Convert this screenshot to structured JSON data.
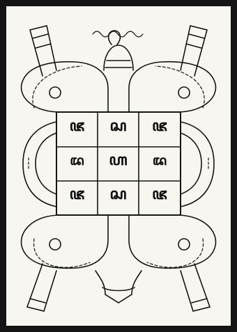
{
  "figure": {
    "caption": "",
    "grid": {
      "rows": 3,
      "cols": 3,
      "cells": [
        {
          "glyph": "ꦗ",
          "note": "top-left"
        },
        {
          "glyph": "ꦱ",
          "note": "top-center"
        },
        {
          "glyph": "ꦗ",
          "note": "top-right"
        },
        {
          "glyph": "ꦢ",
          "note": "middle-left"
        },
        {
          "glyph": "ꦲ",
          "note": "center"
        },
        {
          "glyph": "ꦢ",
          "note": "middle-right"
        },
        {
          "glyph": "ꦗ",
          "note": "bottom-left"
        },
        {
          "glyph": "ꦱ",
          "note": "bottom-center"
        },
        {
          "glyph": "ꦗ",
          "note": "bottom-right"
        }
      ]
    },
    "colors": {
      "ink": "#141414",
      "paper": "#f7f6f1",
      "frame": "#141414"
    },
    "decorations": [
      "turtle-body",
      "turtle-head-loop",
      "turtle-tail",
      "front-left-flipper",
      "front-right-flipper",
      "back-left-flipper",
      "back-right-flipper",
      "four-corner-lobes",
      "side-lobes",
      "script-inscriptions"
    ]
  }
}
